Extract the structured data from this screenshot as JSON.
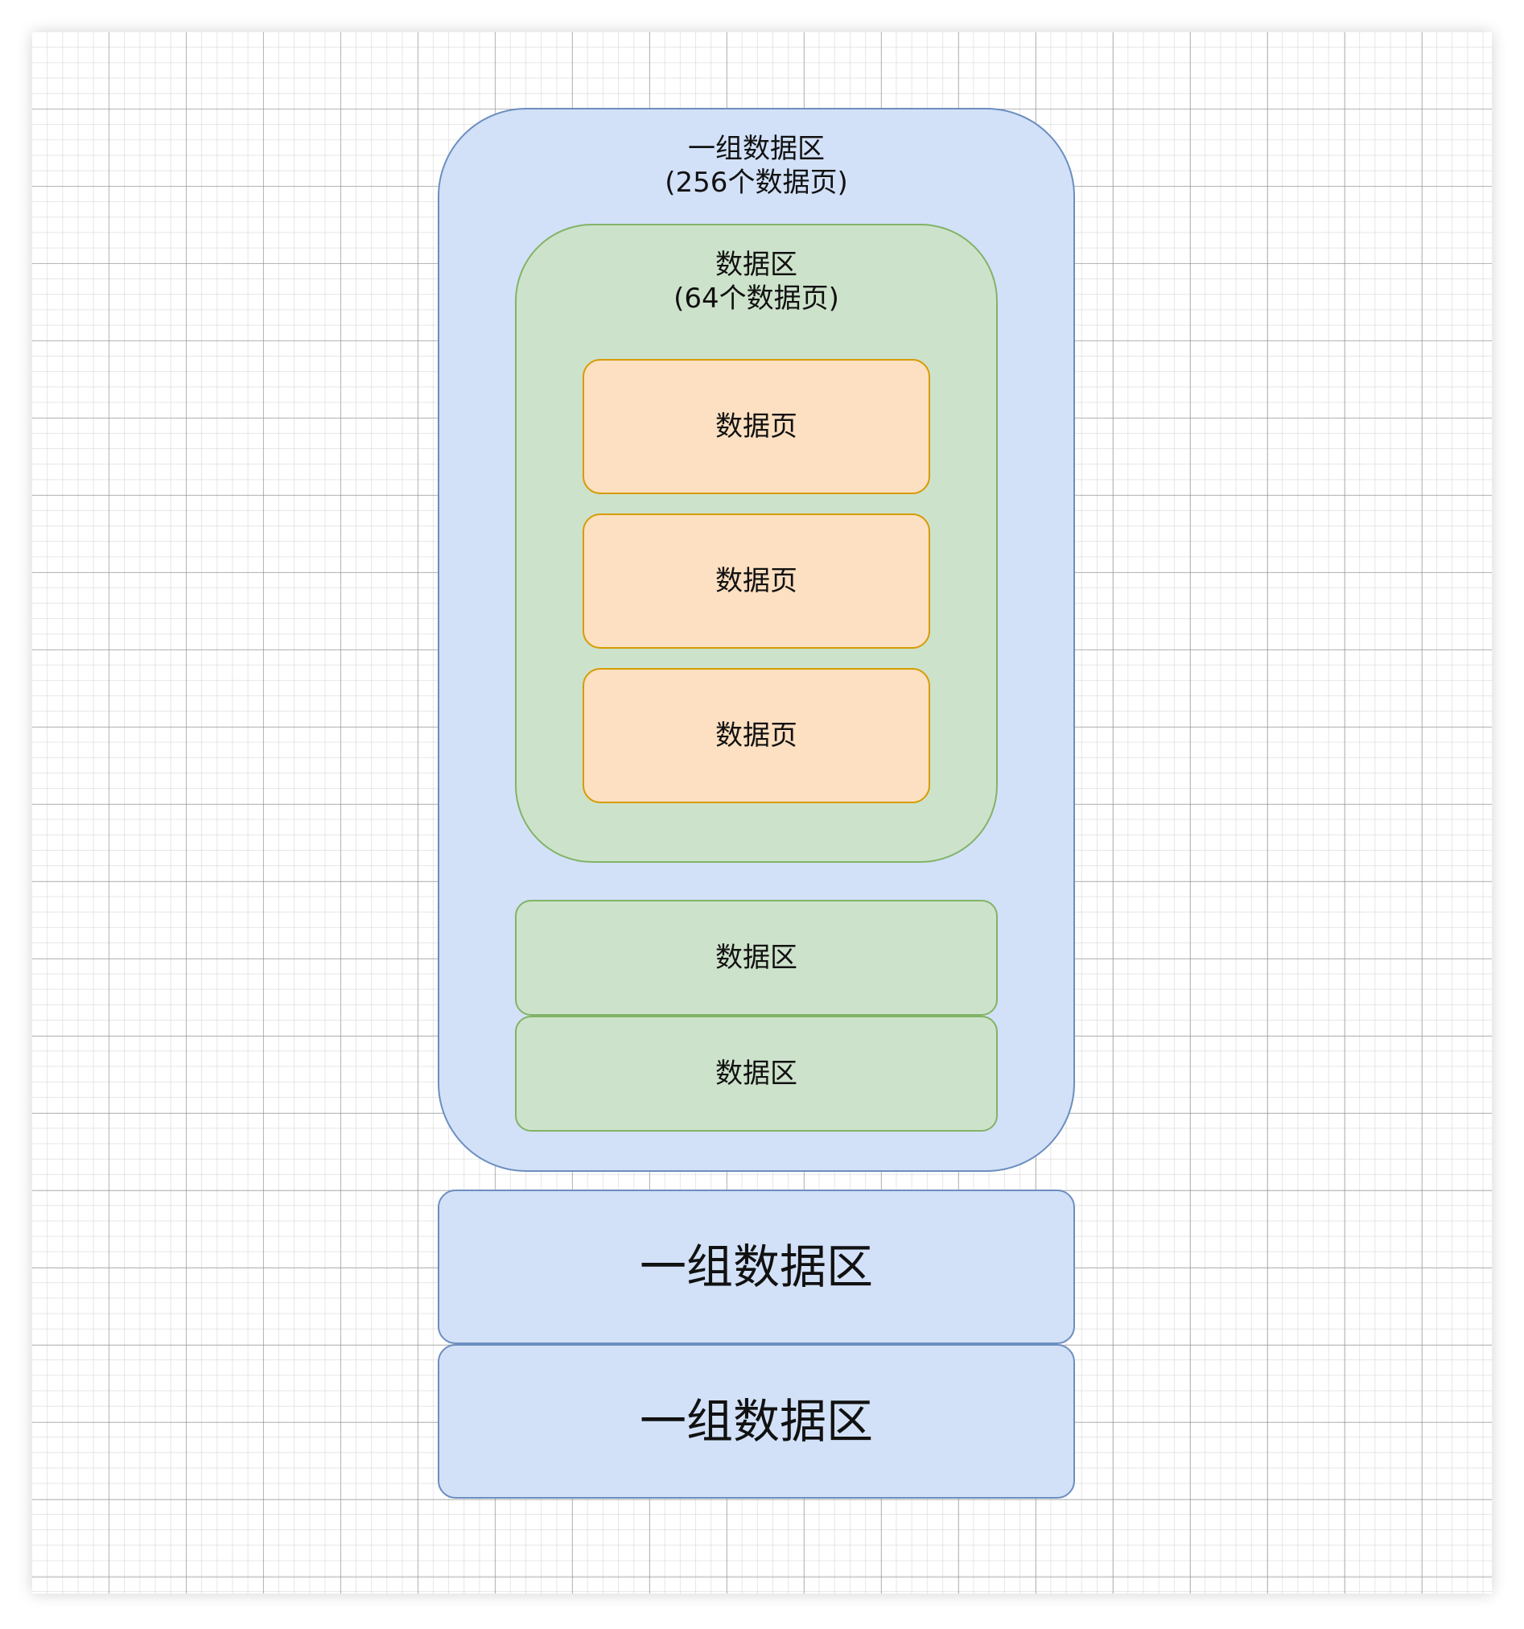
{
  "diagram": {
    "group_main": {
      "title": "一组数据区",
      "subtitle": "(256个数据页)"
    },
    "extent_main": {
      "title": "数据区",
      "subtitle": "(64个数据页)"
    },
    "pages": [
      {
        "label": "数据页"
      },
      {
        "label": "数据页"
      },
      {
        "label": "数据页"
      }
    ],
    "extents": [
      {
        "label": "数据区"
      },
      {
        "label": "数据区"
      }
    ],
    "groups": [
      {
        "label": "一组数据区"
      },
      {
        "label": "一组数据区"
      }
    ],
    "colors": {
      "group_fill": "#d2e1f8",
      "group_stroke": "#6c8ebf",
      "extent_fill": "#cde2cb",
      "extent_stroke": "#82b366",
      "page_fill": "#fde0c1",
      "page_stroke": "#d79b00"
    }
  }
}
